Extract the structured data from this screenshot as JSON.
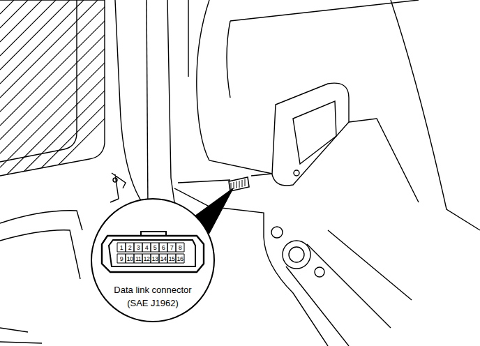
{
  "diagram": {
    "nodes": [
      {
        "text": [
          "Data link connector (SAE J1962)"
        ]
      }
    ],
    "labels": [
      "1",
      "2",
      "3",
      "4",
      "5",
      "6",
      "7",
      "8",
      "9",
      "10",
      "11",
      "12",
      "13",
      "14",
      "15",
      "16"
    ]
  }
}
